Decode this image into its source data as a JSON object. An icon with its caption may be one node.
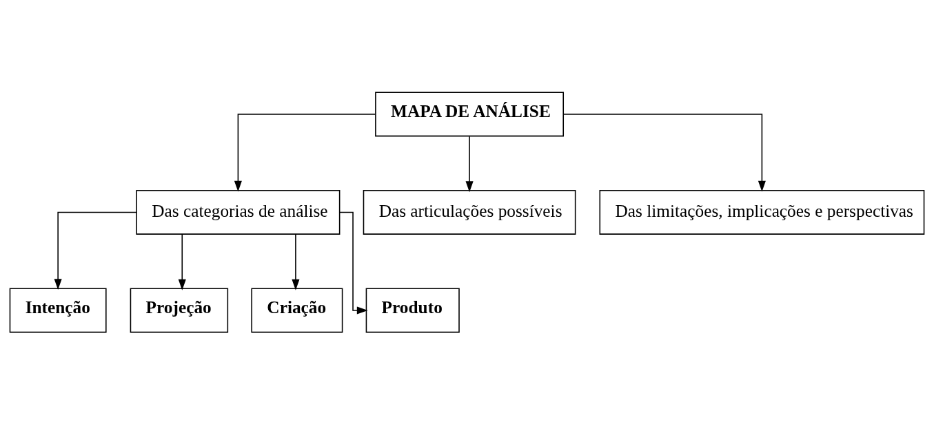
{
  "diagram": {
    "nodes": [
      {
        "text": [
          "MAPA DE ANÁLISE"
        ]
      },
      {
        "text": [
          "Das categorias de análise"
        ]
      },
      {
        "text": [
          "Das articulações possíveis"
        ]
      },
      {
        "text": [
          "Das limitações, implicações e perspectivas"
        ]
      },
      {
        "text": [
          "Intenção"
        ]
      },
      {
        "text": [
          "Projeção"
        ]
      },
      {
        "text": [
          "Criação"
        ]
      },
      {
        "text": [
          "Produto"
        ]
      }
    ],
    "edges": [
      {
        "from": 0,
        "to": 1,
        "arrow": "to"
      },
      {
        "from": 0,
        "to": 2,
        "arrow": "to"
      },
      {
        "from": 0,
        "to": 3,
        "arrow": "to"
      },
      {
        "from": 1,
        "to": 4,
        "arrow": "to"
      },
      {
        "from": 1,
        "to": 5,
        "arrow": "to"
      },
      {
        "from": 1,
        "to": 6,
        "arrow": "to"
      },
      {
        "from": 1,
        "to": 7,
        "arrow": "to"
      }
    ]
  }
}
